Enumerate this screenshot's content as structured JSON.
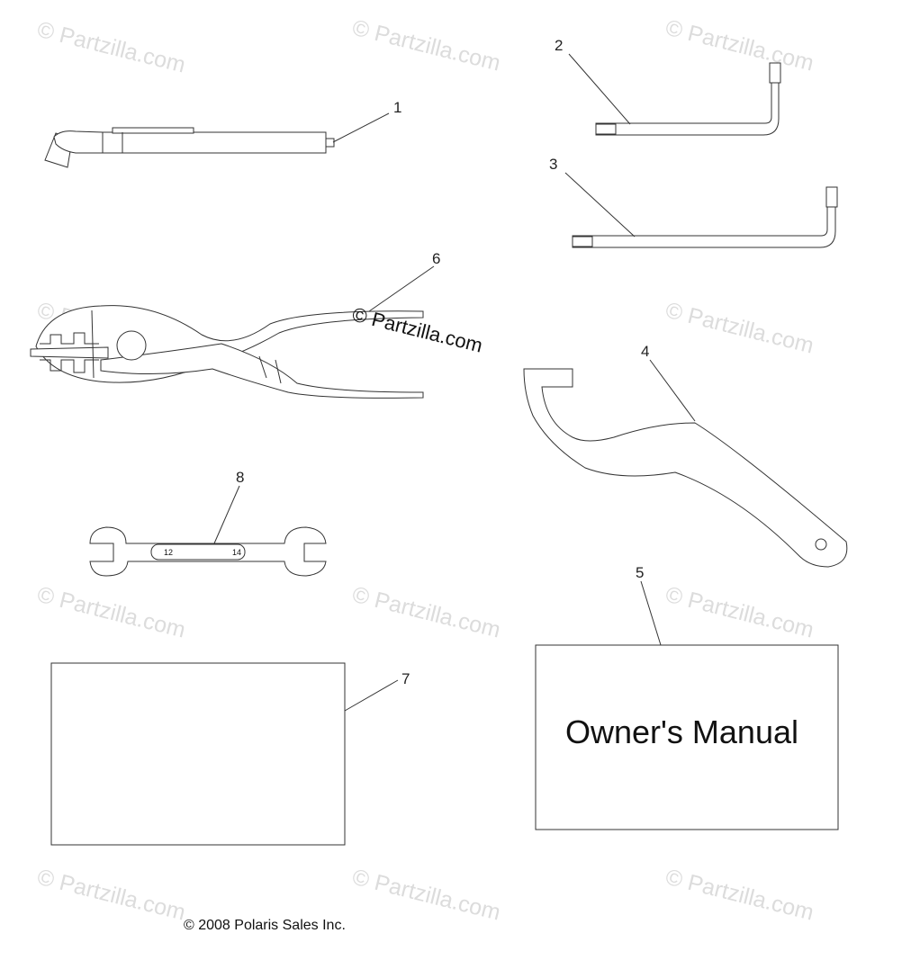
{
  "watermark": "© Partzilla.com",
  "copyright": "© 2008 Polaris Sales Inc.",
  "manual_title": "Owner's Manual",
  "wrench_sizes": [
    "12",
    "14"
  ],
  "callouts": [
    "1",
    "2",
    "3",
    "4",
    "5",
    "6",
    "7",
    "8"
  ]
}
